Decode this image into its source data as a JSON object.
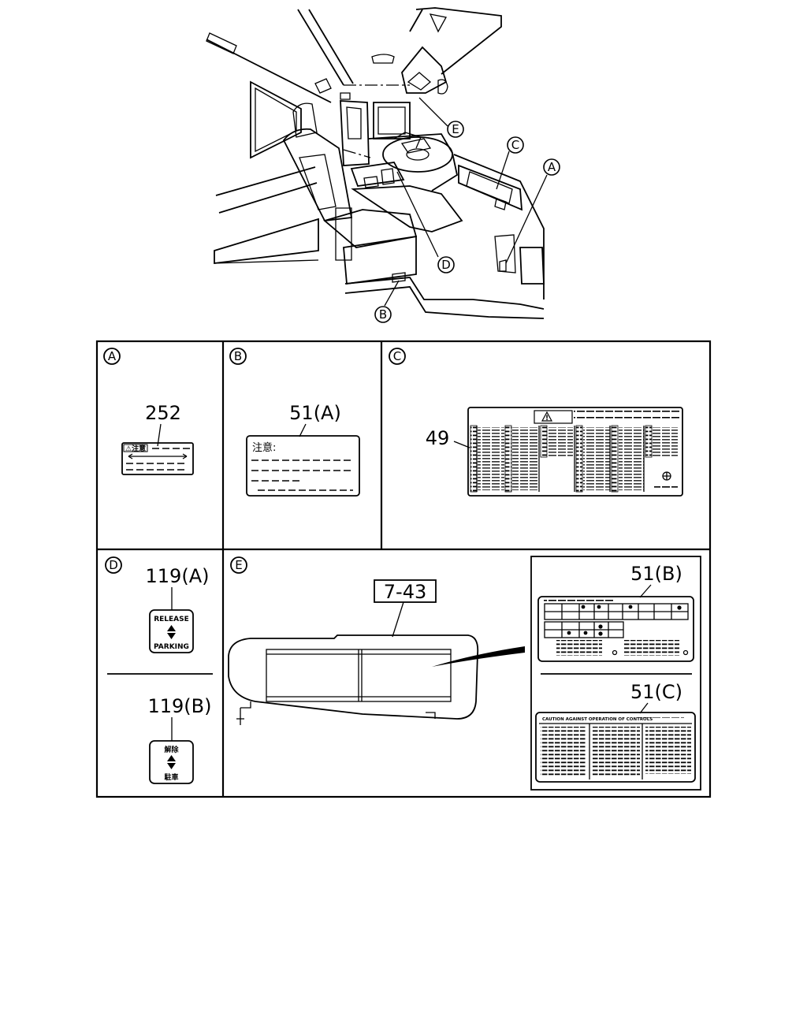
{
  "callouts": {
    "a": "A",
    "b": "B",
    "c": "C",
    "d": "D",
    "e": "E"
  },
  "panels": {
    "a": {
      "letter": "A",
      "part_number": "252",
      "caution_mark": "⚠注意"
    },
    "b": {
      "letter": "B",
      "part_number": "51(A)",
      "caution_text": "注意:"
    },
    "c": {
      "letter": "C",
      "part_number": "49"
    },
    "d": {
      "letter": "D",
      "part_number_a": "119(A)",
      "label_a_top": "RELEASE",
      "label_a_bottom": "PARKING",
      "part_number_b": "119(B)",
      "label_b_top": "解除",
      "label_b_bottom": "駐車"
    },
    "e": {
      "letter": "E",
      "part_number_visor": "7-43",
      "part_number_b": "51(B)",
      "part_number_c": "51(C)",
      "label_c_heading": "CAUTION AGAINST OPERATION OF CONTROLS"
    }
  }
}
